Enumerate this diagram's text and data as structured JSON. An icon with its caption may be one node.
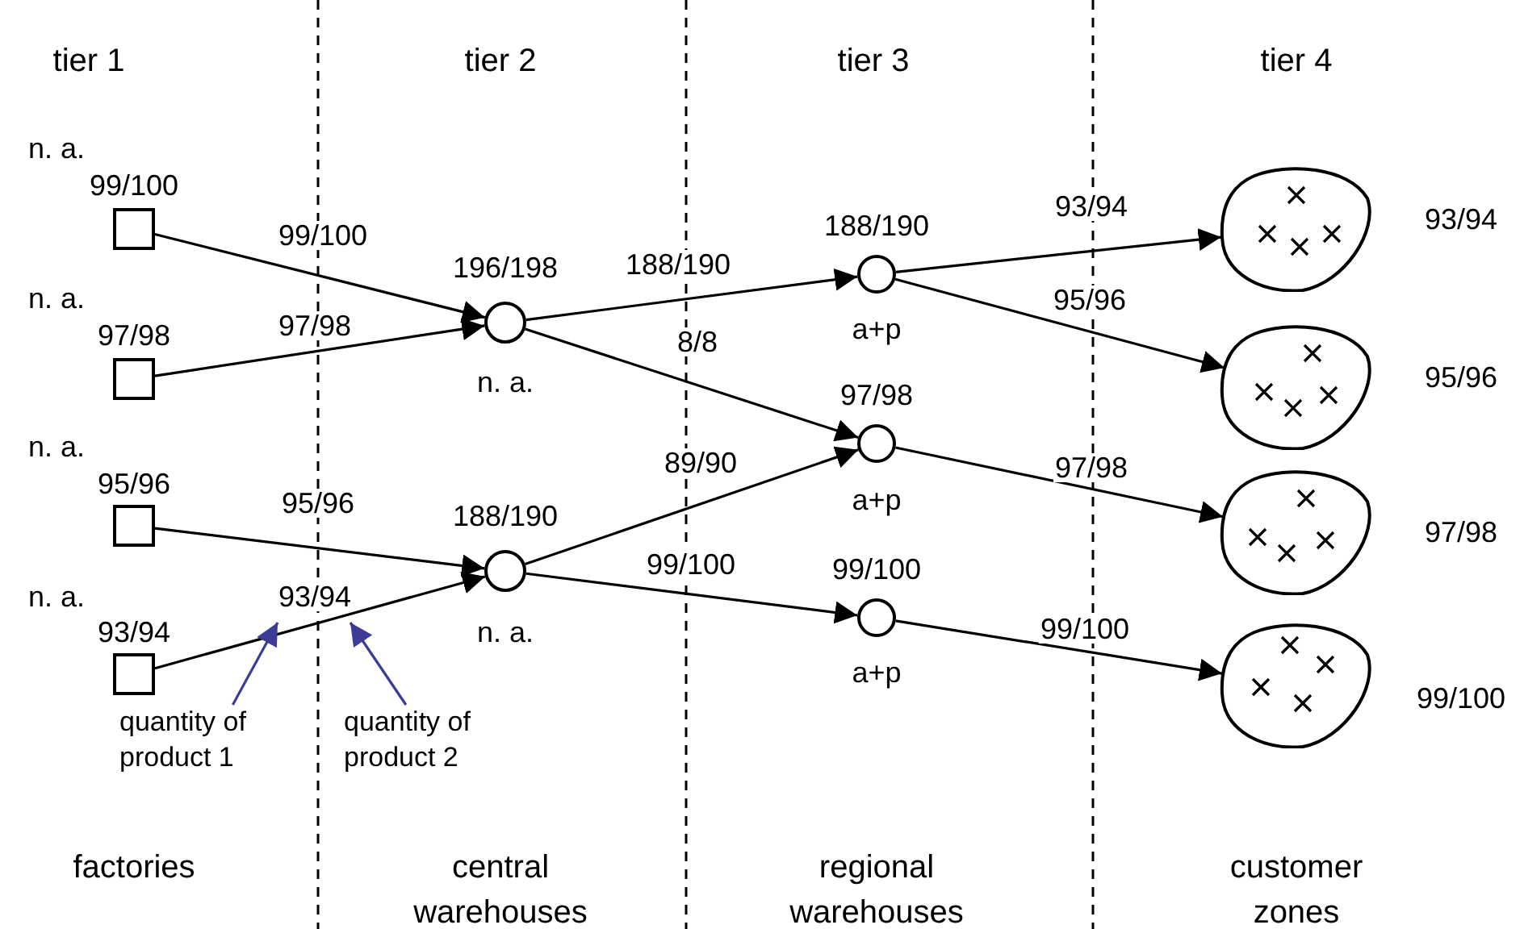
{
  "diagram": {
    "nodes": [
      {
        "text": [],
        "shape": "box",
        "beside": [
          "n. a.",
          "99/100"
        ]
      },
      {
        "text": [],
        "shape": "box",
        "beside": [
          "n. a.",
          "97/98"
        ]
      },
      {
        "text": [],
        "shape": "box",
        "beside": [
          "n. a.",
          "95/96"
        ]
      },
      {
        "text": [],
        "shape": "box",
        "beside": [
          "n. a.",
          "93/94"
        ]
      },
      {
        "text": [],
        "shape": "circle",
        "beside": [
          "196/198",
          "n. a."
        ]
      },
      {
        "text": [],
        "shape": "circle",
        "beside": [
          "188/190",
          "n. a."
        ]
      },
      {
        "text": [],
        "shape": "circle",
        "beside": [
          "188/190",
          "a+p"
        ]
      },
      {
        "text": [],
        "shape": "circle",
        "beside": [
          "97/98",
          "a+p"
        ]
      },
      {
        "text": [],
        "shape": "circle",
        "beside": [
          "99/100",
          "a+p"
        ]
      },
      {
        "text": [],
        "shape": "cloud",
        "beside": [
          "93/94"
        ]
      },
      {
        "text": [],
        "shape": "cloud",
        "beside": [
          "95/96"
        ]
      },
      {
        "text": [],
        "shape": "cloud",
        "beside": [
          "97/98"
        ]
      },
      {
        "text": [],
        "shape": "cloud",
        "beside": [
          "99/100"
        ]
      },
      {
        "text": [
          "quantity of product 1"
        ]
      },
      {
        "text": [
          "quantity of product 2"
        ]
      }
    ],
    "edges": [
      {
        "from": 0,
        "to": 4,
        "arrow": "to",
        "label": "99/100"
      },
      {
        "from": 1,
        "to": 4,
        "arrow": "to",
        "label": "97/98"
      },
      {
        "from": 2,
        "to": 5,
        "arrow": "to",
        "label": "95/96"
      },
      {
        "from": 3,
        "to": 5,
        "arrow": "to",
        "label": "93/94"
      },
      {
        "from": 4,
        "to": 6,
        "arrow": "to",
        "label": "188/190"
      },
      {
        "from": 4,
        "to": 7,
        "arrow": "to",
        "label": "8/8"
      },
      {
        "from": 5,
        "to": 7,
        "arrow": "to",
        "label": "89/90"
      },
      {
        "from": 5,
        "to": 8,
        "arrow": "to",
        "label": "99/100"
      },
      {
        "from": 6,
        "to": 9,
        "arrow": "to",
        "label": "93/94"
      },
      {
        "from": 6,
        "to": 10,
        "arrow": "to",
        "label": "95/96"
      },
      {
        "from": 7,
        "to": 11,
        "arrow": "to",
        "label": "97/98"
      },
      {
        "from": 8,
        "to": 12,
        "arrow": "to",
        "label": "99/100"
      },
      {
        "from": 13,
        "to": null,
        "arrow": "to",
        "color": "#3c3c96"
      },
      {
        "from": 14,
        "to": null,
        "arrow": "to",
        "color": "#3c3c96"
      }
    ],
    "labels": [
      "tier 1",
      "tier 2",
      "tier 3",
      "tier 4",
      "factories",
      "central warehouses",
      "regional warehouses",
      "customer zones"
    ]
  }
}
